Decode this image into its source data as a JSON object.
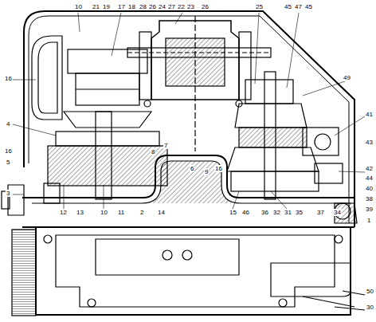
{
  "diagram": {
    "labels": [
      "10",
      "21",
      "19",
      "17",
      "18",
      "28",
      "26",
      "24",
      "27",
      "22",
      "23",
      "26",
      "25",
      "45",
      "47",
      "45",
      "49",
      "41",
      "43",
      "42",
      "44",
      "40",
      "38",
      "39",
      "1",
      "16",
      "4",
      "16",
      "5",
      "3",
      "12",
      "13",
      "10",
      "11",
      "2",
      "14",
      "15",
      "46",
      "36",
      "32",
      "31",
      "35",
      "37",
      "34",
      "8",
      "7",
      "6",
      "9",
      "16",
      "50",
      "30"
    ]
  }
}
